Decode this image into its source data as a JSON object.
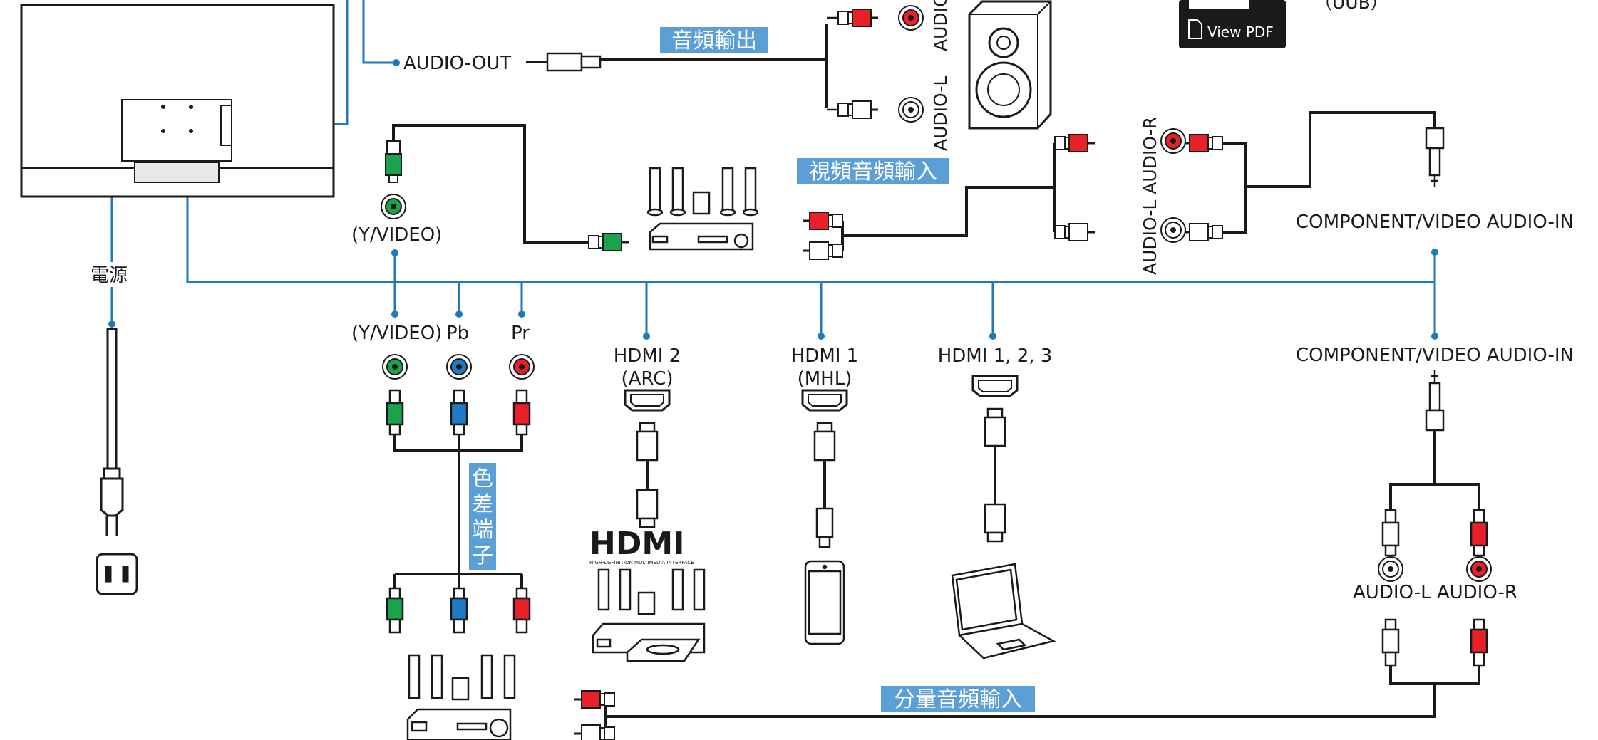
{
  "labels": {
    "audio_out": "AUDIO-OUT",
    "audio_output_cn": "音頻輸出",
    "audio_l_vertical": "AUDIO-L",
    "audio_vertical": "AUDIO",
    "video_audio_input_cn": "視頻音頻輸入",
    "audio_l_r_vertical": "AUDIO-L AUDIO-R",
    "y_video_top": "(Y/VIDEO)",
    "component_video_audio_in_top": "COMPONENT/VIDEO AUDIO-IN",
    "power_cn": "電源",
    "y_video": "(Y/VIDEO)",
    "pb": "Pb",
    "pr": "Pr",
    "hdmi2": "HDMI 2",
    "hdmi2_sub": "(ARC)",
    "hdmi1": "HDMI 1",
    "hdmi1_sub": "(MHL)",
    "hdmi123": "HDMI 1, 2, 3",
    "component_video_audio_in_bottom": "COMPONENT/VIDEO AUDIO-IN",
    "color_diff_terminal_cn": [
      "色",
      "差",
      "端",
      "子"
    ],
    "hdmi_logo": "HDMI",
    "hdmi_logo_tagline": "HIGH-DEFINITION MULTIMEDIA INTERFACE",
    "audio_l_audio_r": "AUDIO-L AUDIO-R",
    "component_audio_input_cn": "分量音頻輸入",
    "view_pdf": "View PDF",
    "corner_partial": "（UUB）"
  },
  "colors": {
    "line_blue": "#1f7ab5",
    "label_bg_blue": "#5b9fd6",
    "rca_red": "#e8202a",
    "rca_green": "#1aa34a",
    "rca_blue": "#1f7ac8",
    "rca_white": "#ffffff",
    "outline": "#1a1a1a"
  }
}
